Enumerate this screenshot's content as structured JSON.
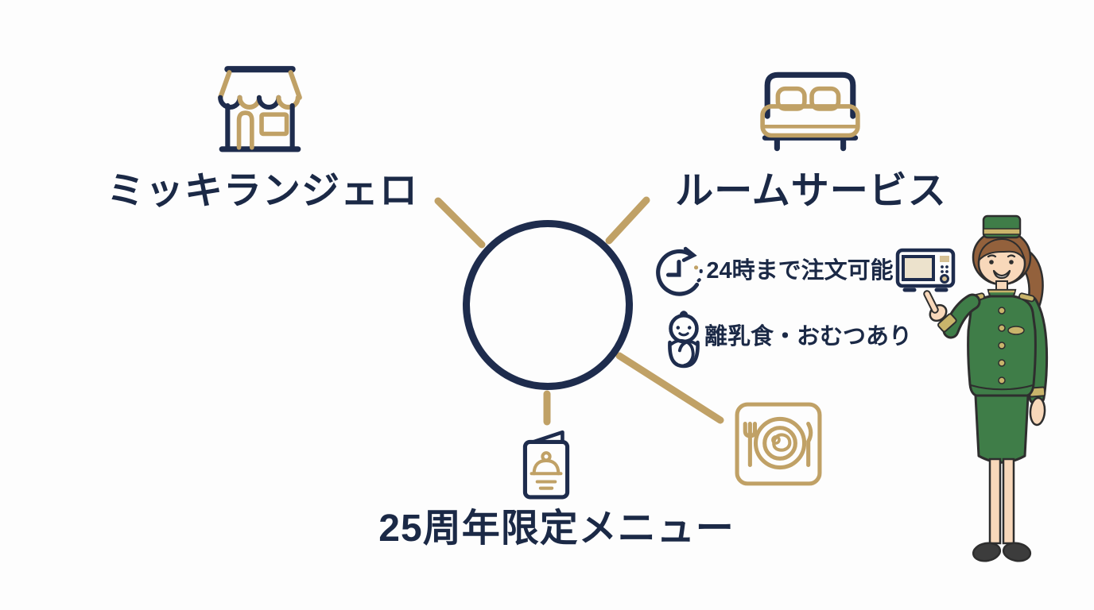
{
  "page": {
    "background": "#fdfdfd"
  },
  "colors": {
    "navy": "#1e2c4d",
    "text_navy": "#1b2946",
    "gold": "#c0a166",
    "gold_trim": "#c9b46b",
    "cream": "#ece2cc",
    "green": "#3f7d48",
    "skin": "#f8d8ba",
    "hair_brown": "#93613c"
  },
  "hub": {
    "shape": "circle",
    "text": ""
  },
  "nodes": {
    "shop": {
      "label": "ミッキランジェロ",
      "icon": "storefront-icon"
    },
    "room_service": {
      "label": "ルームサービス",
      "icon": "bed-icon"
    },
    "anniversary_menu": {
      "label": "25周年限定メニュー",
      "icon": "menu-book-icon"
    },
    "dining": {
      "label": "",
      "icon": "plate-fork-knife-icon"
    }
  },
  "room_service_details": [
    {
      "icon": "clock-24h-icon",
      "text": "24時まで注文可能",
      "trailing_icon": "microwave-icon"
    },
    {
      "icon": "swaddled-baby-icon",
      "text": "離乳食・おむつあり",
      "trailing_icon": ""
    }
  ],
  "illustration": {
    "name": "hotel-bellhop-woman",
    "pose": "pointing"
  }
}
